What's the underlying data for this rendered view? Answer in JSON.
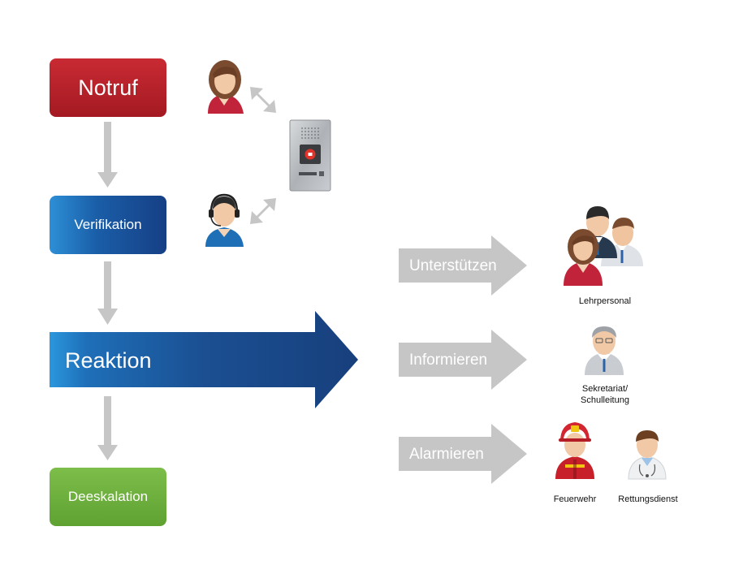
{
  "flow": {
    "notruf": "Notruf",
    "verifikation": "Verifikation",
    "reaktion": "Reaktion",
    "deeskalation": "Deeskalation"
  },
  "actions": {
    "unterstuetzen": "Unterstützen",
    "informieren": "Informieren",
    "alarmieren": "Alarmieren"
  },
  "recipients": {
    "lehrpersonal": "Lehrpersonal",
    "sekretariat_line1": "Sekretariat/",
    "sekretariat_line2": "Schulleitung",
    "feuerwehr": "Feuerwehr",
    "rettungsdienst": "Rettungsdienst"
  },
  "colors": {
    "notruf": "#b8222b",
    "verifikation": "#1a5ea8",
    "reaktion": "#1b4f92",
    "deeskalation": "#6aaa3b",
    "connector": "#c6c6c6"
  }
}
